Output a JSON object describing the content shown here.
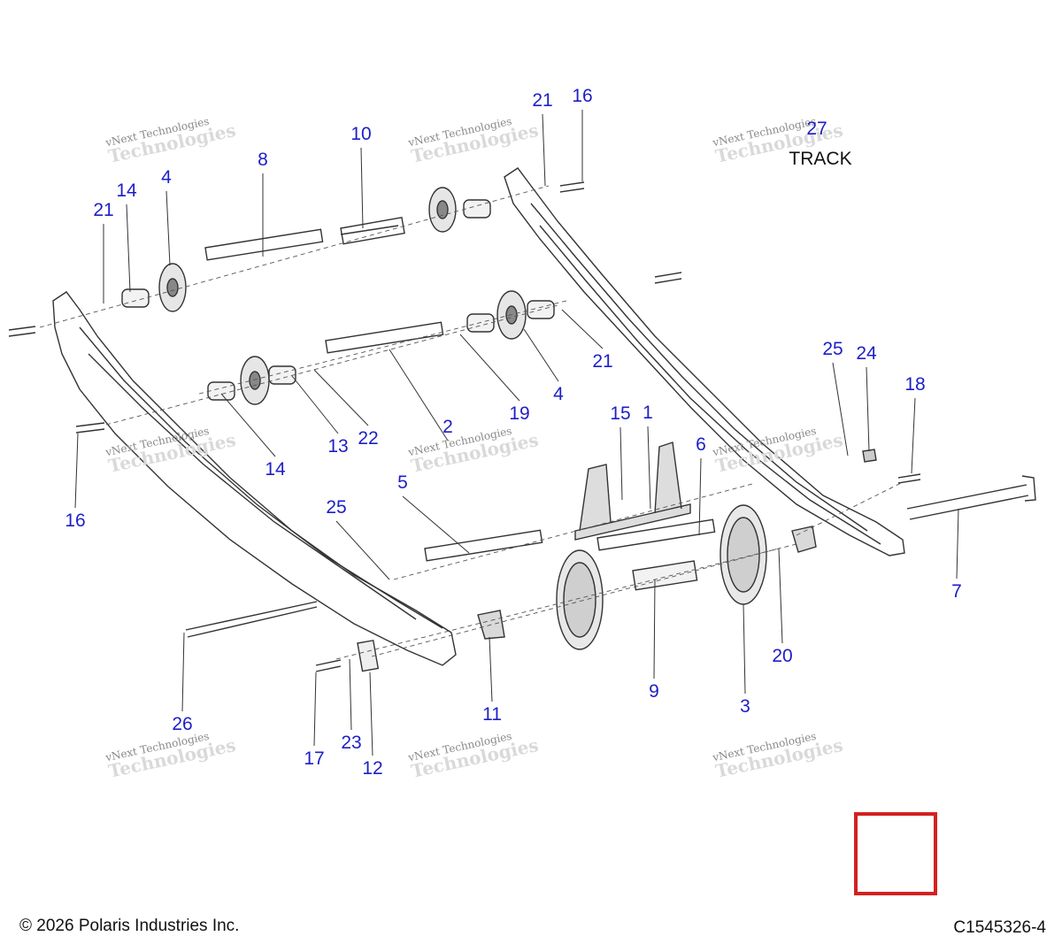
{
  "diagram": {
    "callouts": [
      {
        "id": "c1",
        "label": "1"
      },
      {
        "id": "c2",
        "label": "2"
      },
      {
        "id": "c3",
        "label": "3"
      },
      {
        "id": "c4a",
        "label": "4"
      },
      {
        "id": "c4b",
        "label": "4"
      },
      {
        "id": "c5",
        "label": "5"
      },
      {
        "id": "c6",
        "label": "6"
      },
      {
        "id": "c7",
        "label": "7"
      },
      {
        "id": "c8",
        "label": "8"
      },
      {
        "id": "c9",
        "label": "9"
      },
      {
        "id": "c10",
        "label": "10"
      },
      {
        "id": "c11",
        "label": "11"
      },
      {
        "id": "c12",
        "label": "12"
      },
      {
        "id": "c13",
        "label": "13"
      },
      {
        "id": "c14a",
        "label": "14"
      },
      {
        "id": "c14b",
        "label": "14"
      },
      {
        "id": "c15",
        "label": "15"
      },
      {
        "id": "c16a",
        "label": "16"
      },
      {
        "id": "c16b",
        "label": "16"
      },
      {
        "id": "c17",
        "label": "17"
      },
      {
        "id": "c18",
        "label": "18"
      },
      {
        "id": "c19",
        "label": "19"
      },
      {
        "id": "c20",
        "label": "20"
      },
      {
        "id": "c21a",
        "label": "21"
      },
      {
        "id": "c21b",
        "label": "21"
      },
      {
        "id": "c21c",
        "label": "21"
      },
      {
        "id": "c22",
        "label": "22"
      },
      {
        "id": "c23",
        "label": "23"
      },
      {
        "id": "c24",
        "label": "24"
      },
      {
        "id": "c25a",
        "label": "25"
      },
      {
        "id": "c25b",
        "label": "25"
      },
      {
        "id": "c26",
        "label": "26"
      },
      {
        "id": "c27",
        "label": "27"
      }
    ],
    "track_label": "TRACK",
    "watermark": {
      "line1": "vNext Technologies",
      "line2": "Technologies",
      "top": "vNext"
    }
  },
  "footer": {
    "copyright": "© 2026 Polaris Industries Inc.",
    "drawing_number": "C1545326-4"
  },
  "colors": {
    "callout": "#1e1ec8",
    "line": "#555555",
    "highlight_box": "#d42020"
  }
}
